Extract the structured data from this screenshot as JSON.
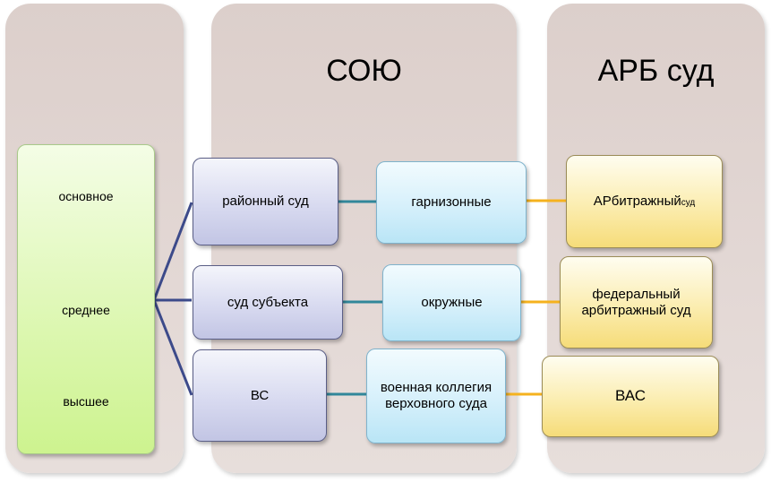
{
  "panels": {
    "soyu_title": "СОЮ",
    "arb_title": "АРБ суд"
  },
  "levels": {
    "basic": "основное",
    "middle": "среднее",
    "highest": "высшее"
  },
  "soyu": {
    "district": "районный суд",
    "subject": "суд субъекта",
    "supreme": "ВС",
    "garrison": "гарнизонные",
    "district_mil": "окружные",
    "mil_board": "военная коллегия верховного суда"
  },
  "arb": {
    "arbitration_main": "АРбитражный",
    "arbitration_small": "суд",
    "federal": "федеральный арбитражный суд",
    "vas": "ВАС"
  },
  "colors": {
    "panel": "#dccfcb",
    "branch_line": "#3c4a8a",
    "teal_line": "#31879a",
    "orange_line": "#f5b21e"
  }
}
